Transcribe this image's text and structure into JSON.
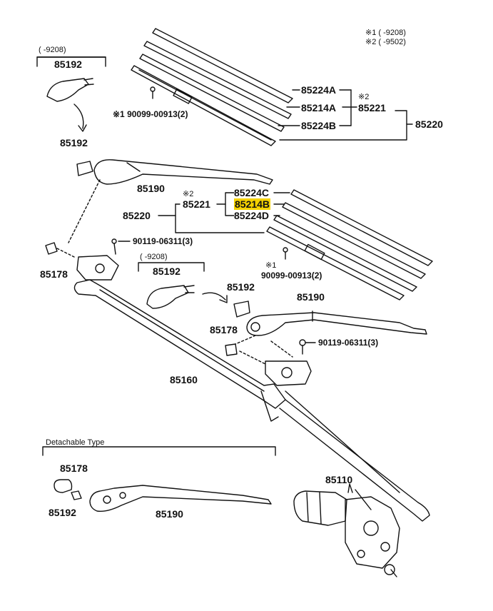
{
  "legend": {
    "note1": "※1 (    -9208)",
    "note2": "※2 (    -9502)"
  },
  "labels": {
    "top_date": "(    -9208)",
    "top_85192": "85192",
    "left_85192": "85192",
    "left_90099": "※1 90099-00913(2)",
    "r_85224A": "85224A",
    "r_85214A": "85214A",
    "r_85221": "85221",
    "r_85221_mark": "※2",
    "r_85224B": "85224B",
    "r_85220": "85220",
    "arm_85190": "85190",
    "mid_85224C": "85224C",
    "mid_85214B": "85214B",
    "mid_85224D": "85224D",
    "mid_85221": "85221",
    "mid_85221_mark": "※2",
    "mid_85220": "85220",
    "mid_90119": "90119-06311(3)",
    "mid_date": "(    -9208)",
    "mid_85192": "85192",
    "left_85178": "85178",
    "right_90099_mark": "※1",
    "right_90099": "90099-00913(2)",
    "right_85192": "85192",
    "right_85190": "85190",
    "right_85178": "85178",
    "right_90119": "90119-06311(3)",
    "link_85160": "85160",
    "detach_title": "Detachable Type",
    "det_85178": "85178",
    "det_85192": "85192",
    "det_85190": "85190",
    "motor_85110": "85110"
  },
  "colors": {
    "highlight": "#f5d200",
    "line": "#111111"
  }
}
